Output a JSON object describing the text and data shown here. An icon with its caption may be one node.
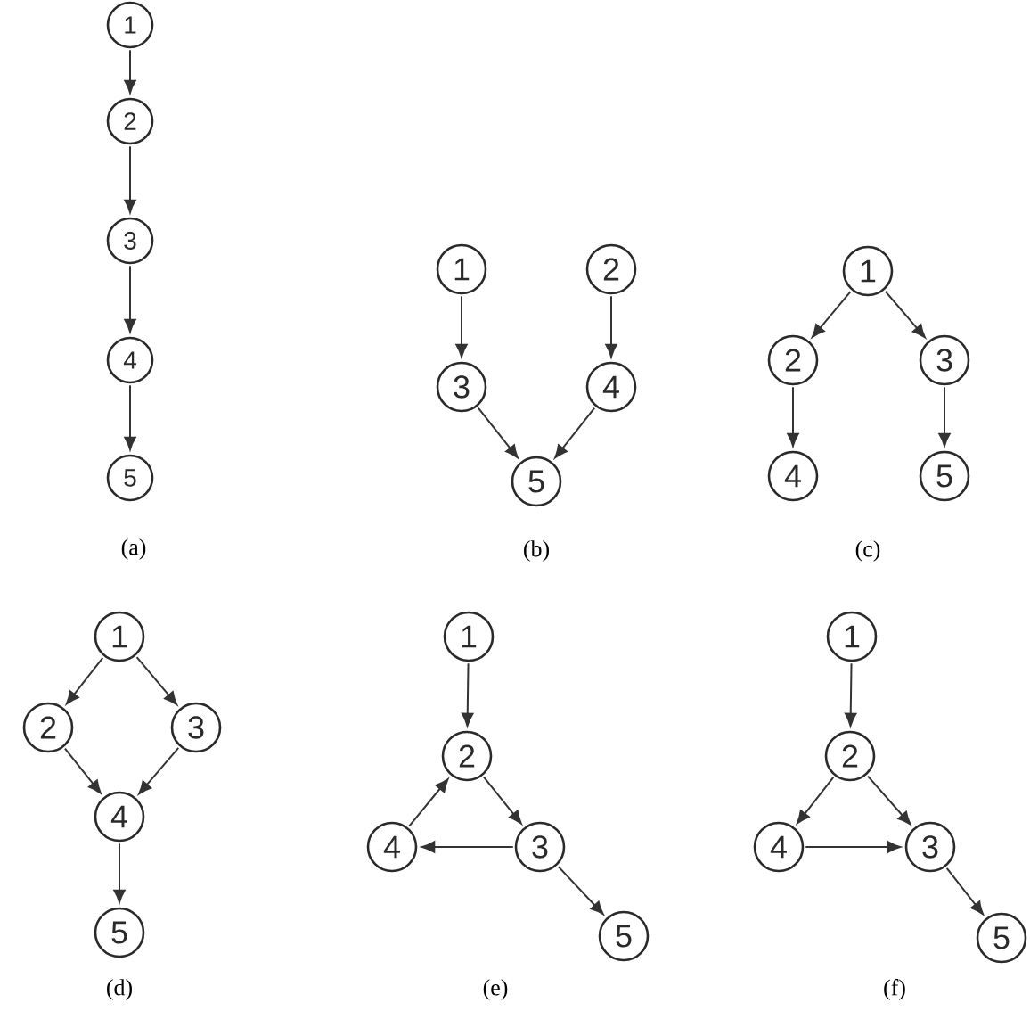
{
  "diagram": {
    "nodes": [
      {
        "text": [
          "1"
        ]
      },
      {
        "text": [
          "2"
        ]
      },
      {
        "text": [
          "3"
        ]
      },
      {
        "text": [
          "4"
        ]
      },
      {
        "text": [
          "5"
        ]
      },
      {
        "text": [
          "1"
        ]
      },
      {
        "text": [
          "2"
        ]
      },
      {
        "text": [
          "3"
        ]
      },
      {
        "text": [
          "4"
        ]
      },
      {
        "text": [
          "5"
        ]
      },
      {
        "text": [
          "1"
        ]
      },
      {
        "text": [
          "2"
        ]
      },
      {
        "text": [
          "3"
        ]
      },
      {
        "text": [
          "4"
        ]
      },
      {
        "text": [
          "5"
        ]
      },
      {
        "text": [
          "1"
        ]
      },
      {
        "text": [
          "2"
        ]
      },
      {
        "text": [
          "3"
        ]
      },
      {
        "text": [
          "4"
        ]
      },
      {
        "text": [
          "5"
        ]
      },
      {
        "text": [
          "1"
        ]
      },
      {
        "text": [
          "2"
        ]
      },
      {
        "text": [
          "3"
        ]
      },
      {
        "text": [
          "4"
        ]
      },
      {
        "text": [
          "5"
        ]
      },
      {
        "text": [
          "1"
        ]
      },
      {
        "text": [
          "2"
        ]
      },
      {
        "text": [
          "3"
        ]
      },
      {
        "text": [
          "4"
        ]
      },
      {
        "text": [
          "5"
        ]
      }
    ],
    "edges": [
      {
        "from": 0,
        "to": 1,
        "arrow": "to"
      },
      {
        "from": 1,
        "to": 2,
        "arrow": "to"
      },
      {
        "from": 2,
        "to": 3,
        "arrow": "to"
      },
      {
        "from": 3,
        "to": 4,
        "arrow": "to"
      },
      {
        "from": 5,
        "to": 7,
        "arrow": "to"
      },
      {
        "from": 6,
        "to": 8,
        "arrow": "to"
      },
      {
        "from": 7,
        "to": 9,
        "arrow": "to"
      },
      {
        "from": 8,
        "to": 9,
        "arrow": "to"
      },
      {
        "from": 10,
        "to": 11,
        "arrow": "to"
      },
      {
        "from": 10,
        "to": 12,
        "arrow": "to"
      },
      {
        "from": 11,
        "to": 13,
        "arrow": "to"
      },
      {
        "from": 12,
        "to": 14,
        "arrow": "to"
      },
      {
        "from": 15,
        "to": 16,
        "arrow": "to"
      },
      {
        "from": 15,
        "to": 17,
        "arrow": "to"
      },
      {
        "from": 16,
        "to": 18,
        "arrow": "to"
      },
      {
        "from": 17,
        "to": 18,
        "arrow": "to"
      },
      {
        "from": 18,
        "to": 19,
        "arrow": "to"
      },
      {
        "from": 20,
        "to": 21,
        "arrow": "to"
      },
      {
        "from": 21,
        "to": 22,
        "arrow": "to"
      },
      {
        "from": 22,
        "to": 23,
        "arrow": "to"
      },
      {
        "from": 23,
        "to": 21,
        "arrow": "to"
      },
      {
        "from": 22,
        "to": 24,
        "arrow": "to"
      },
      {
        "from": 25,
        "to": 26,
        "arrow": "to"
      },
      {
        "from": 26,
        "to": 28,
        "arrow": "to"
      },
      {
        "from": 26,
        "to": 27,
        "arrow": "to"
      },
      {
        "from": 28,
        "to": 27,
        "arrow": "to"
      },
      {
        "from": 27,
        "to": 29,
        "arrow": "to"
      }
    ],
    "labels": [
      "(a)",
      "(b)",
      "(c)",
      "(d)",
      "(e)",
      "(f)"
    ]
  }
}
